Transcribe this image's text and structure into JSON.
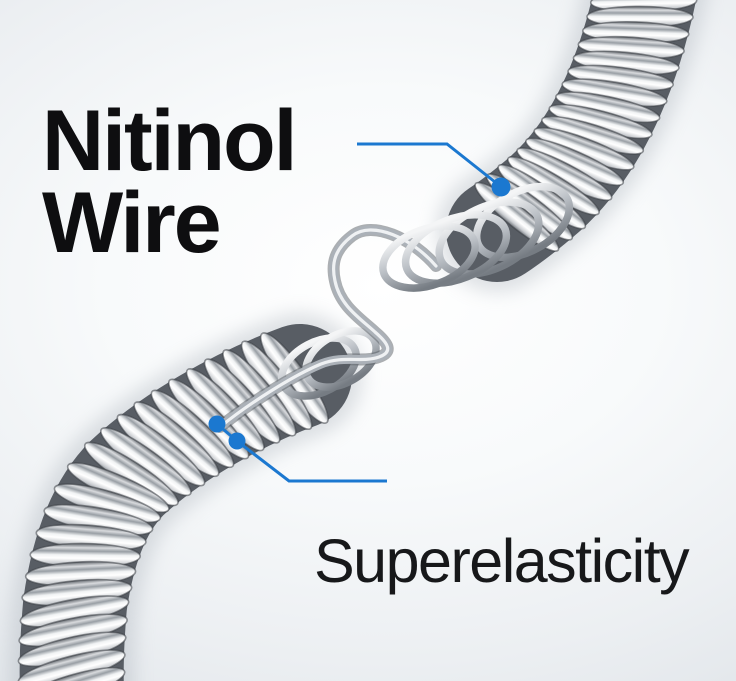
{
  "labels": {
    "title_line1": "Nitinol",
    "title_line2": "Wire",
    "feature_caption": "Superelasticity"
  },
  "colors": {
    "accent_blue": "#1b78d0",
    "title_text": "#0e0e10",
    "caption_text": "#17181a"
  }
}
